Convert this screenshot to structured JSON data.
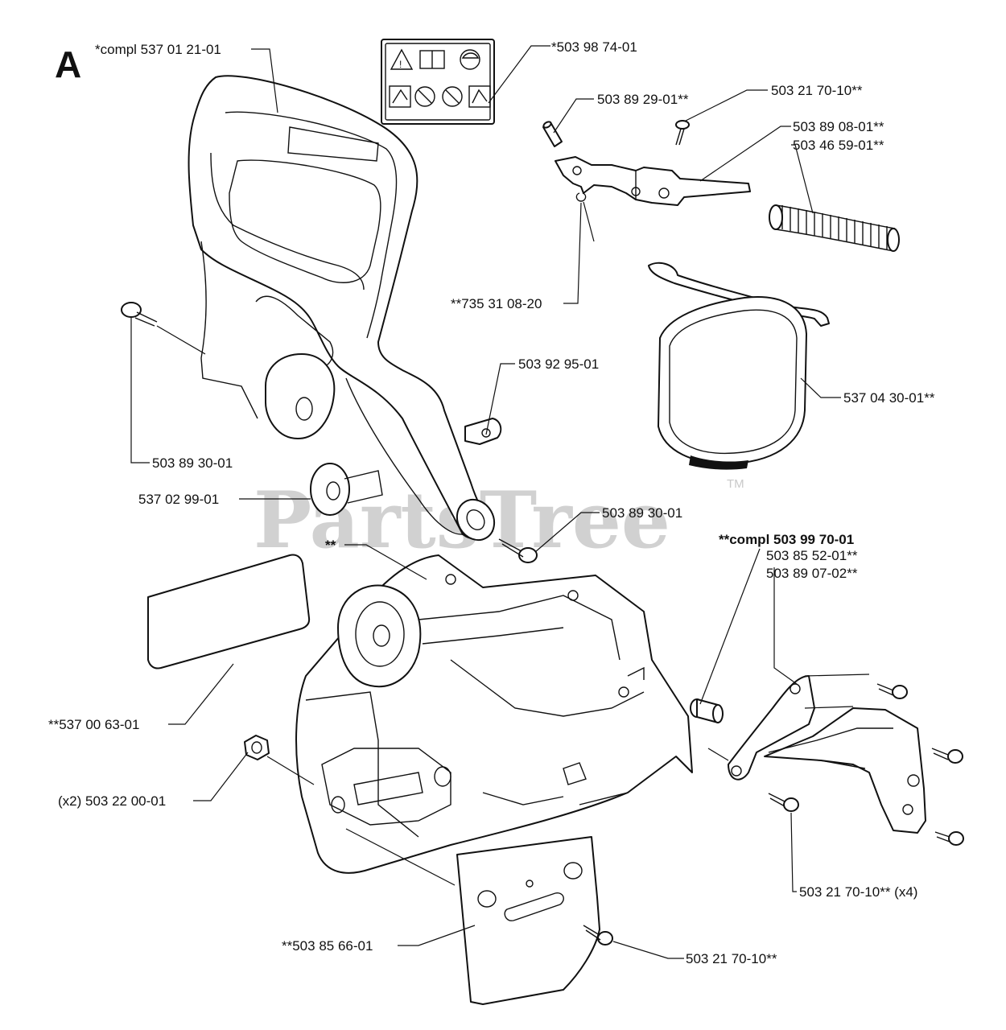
{
  "section_letter": "A",
  "watermark": {
    "text": "PartsTree",
    "mark": "TM"
  },
  "labels": {
    "guard_assembly": "*compl 537 01 21-01",
    "decal_warning": "*503 98 74-01",
    "pin": "503 89 29-01**",
    "screw_top": "503 21 70-10**",
    "brake_arm": "503 89 08-01**",
    "spring": "503 46 59-01**",
    "circlip": "**735 31 08-20",
    "washer_clip": "503 92 95-01",
    "brake_band": "537 04 30-01**",
    "screw_left": "503 89 30-01",
    "washer": "537 02 99-01",
    "screw_center": "503 89 30-01",
    "cover_marker": "**",
    "brake_assembly": "**compl 503 99 70-01",
    "pivot_pin": "503 85 52-01**",
    "plate": "503 89 07-02**",
    "decal_blank": "**537 00 63-01",
    "nut": "(x2) 503 22 00-01",
    "screws_x4": "503 21 70-10** (x4)",
    "cover_plate": "**503 85 66-01",
    "screw_bottom": "503 21 70-10**"
  },
  "decal_icons": [
    "warning-icon",
    "manual-icon",
    "helmet-icon",
    "kickback-icon",
    "no-one-hand-icon",
    "no-tip-icon",
    "two-hands-icon"
  ]
}
